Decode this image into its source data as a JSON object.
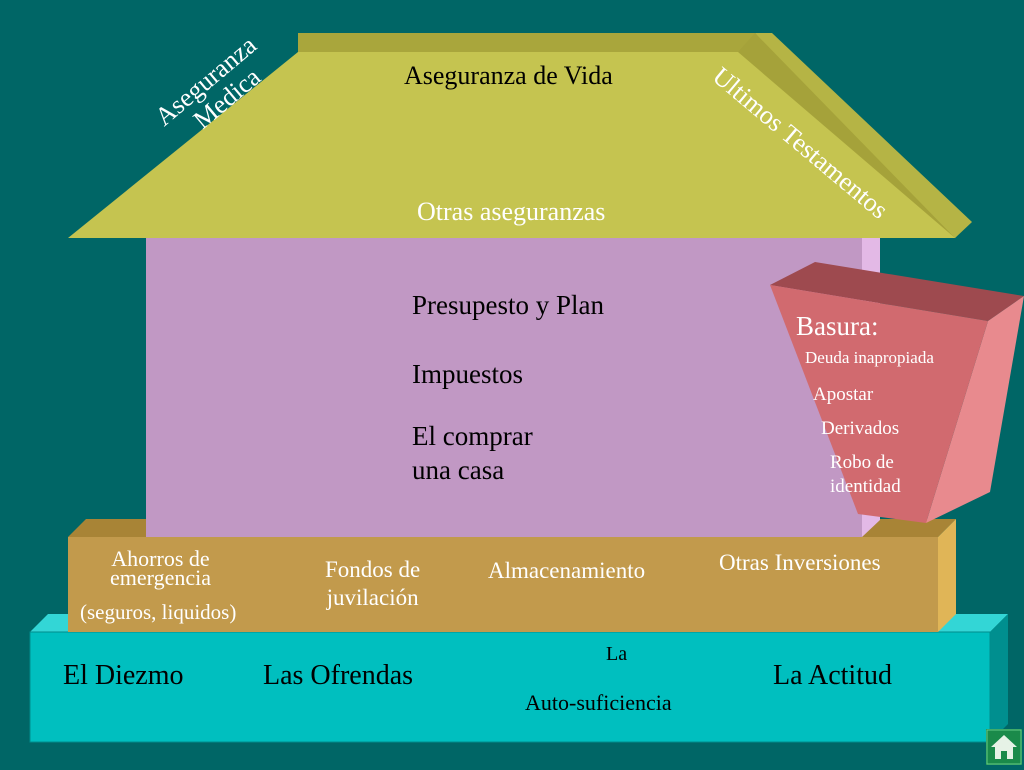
{
  "roof": {
    "top": "Aseguranza de Vida",
    "left_line1": "Aseguranza",
    "left_line2": "Medica",
    "right": "Ultimos Testamentos",
    "bottom": "Otras aseguranzas"
  },
  "body": {
    "item1": "Presupesto y Plan",
    "item2": "Impuestos",
    "item3_line1": "El comprar",
    "item3_line2": "una casa"
  },
  "trash": {
    "title": "Basura:",
    "items": [
      "Deuda inapropiada",
      "Apostar",
      "Derivados"
    ],
    "last_line1": "Robo de",
    "last_line2": "identidad"
  },
  "savings": {
    "a_line1": "Ahorros de",
    "a_line2": "emergencia",
    "a_line3": "(seguros, liquidos)",
    "b_line1": "Fondos de",
    "b_line2": "juvilación",
    "c": "Almacenamiento",
    "d": "Otras Inversiones"
  },
  "foundation": {
    "a": "El Diezmo",
    "b": "Las Ofrendas",
    "c_line1": "La",
    "c_line2": "Auto-suficiencia",
    "d": "La Actitud"
  },
  "colors": {
    "background": "#006666",
    "roof": "#C5C450",
    "body": "#C198C4",
    "savings": "#C29A4C",
    "foundation": "#00BFBF",
    "trash": "#D16A6F"
  },
  "icons": {
    "home": "home-icon"
  }
}
